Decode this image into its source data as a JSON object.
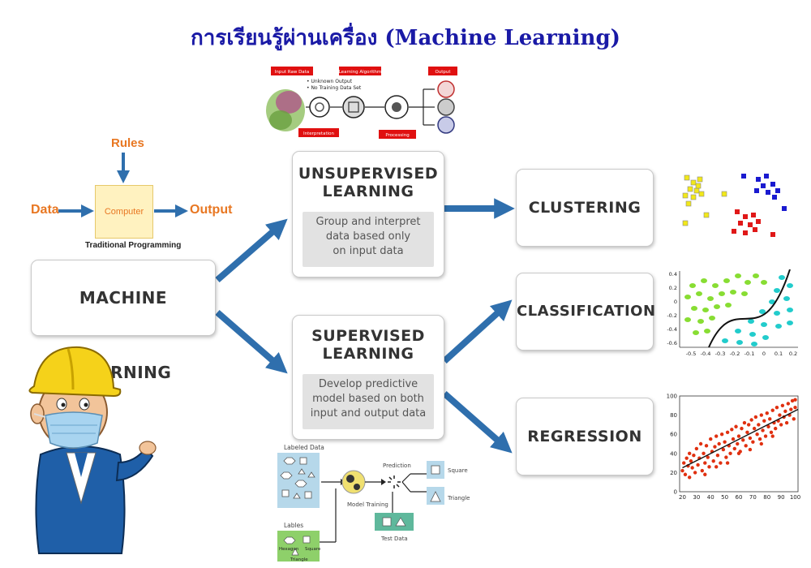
{
  "title": "การเรียนรู้ผ่านเครื่อง (Machine Learning)",
  "traditional": {
    "rules": "Rules",
    "data": "Data",
    "computer": "Computer",
    "output": "Output",
    "caption": "Traditional Programming"
  },
  "main": {
    "machine_learning": "MACHINE LEARNING"
  },
  "unsupervised": {
    "title_line1": "UNSUPERVISED",
    "title_line2": "LEARNING",
    "desc_line1": "Group and interpret",
    "desc_line2": "data based only",
    "desc_line3": "on input data"
  },
  "supervised": {
    "title_line1": "SUPERVISED",
    "title_line2": "LEARNING",
    "desc_line1": "Develop predictive",
    "desc_line2": "model based on both",
    "desc_line3": "input and output data"
  },
  "outputs": {
    "clustering": "CLUSTERING",
    "classification": "CLASSIFICATION",
    "regression": "REGRESSION"
  },
  "unsup_diagram": {
    "input_raw_data": "Input Raw Data",
    "unknown_output": "• Unknown Output",
    "no_training": "• No Training Data Set",
    "interpretation": "Interpretation",
    "algorithm": "Learning Algorithm",
    "processing": "Processing",
    "output": "Output"
  },
  "sup_diagram": {
    "labeled_data": "Labeled Data",
    "model_training": "Model Training",
    "prediction": "Prediction",
    "square": "Square",
    "triangle": "Triangle",
    "lables": "Lables",
    "hexagon": "Hexagon",
    "square2": "Square",
    "triangle2": "Triangle",
    "test_data": "Test Data"
  },
  "classification_axes": {
    "y_ticks": [
      "0.4",
      "0.2",
      "0",
      "-0.2",
      "-0.4",
      "-0.6"
    ],
    "x_ticks": [
      "-0.5",
      "-0.4",
      "-0.3",
      "-0.2",
      "-0.1",
      "0",
      "0.1",
      "0.2"
    ]
  },
  "chart_data": {
    "type": "scatter",
    "x_ticks": [
      "20",
      "30",
      "40",
      "50",
      "60",
      "70",
      "80",
      "90",
      "100"
    ],
    "y_ticks": [
      "0",
      "20",
      "40",
      "60",
      "80",
      "100"
    ],
    "xlim": [
      18,
      102
    ],
    "ylim": [
      0,
      100
    ],
    "fit_line": [
      [
        20,
        25
      ],
      [
        102,
        86
      ]
    ],
    "points": [
      [
        20,
        22
      ],
      [
        21,
        30
      ],
      [
        22,
        18
      ],
      [
        23,
        35
      ],
      [
        24,
        27
      ],
      [
        25,
        40
      ],
      [
        25,
        15
      ],
      [
        26,
        32
      ],
      [
        27,
        25
      ],
      [
        28,
        38
      ],
      [
        29,
        20
      ],
      [
        30,
        45
      ],
      [
        31,
        28
      ],
      [
        32,
        35
      ],
      [
        33,
        50
      ],
      [
        34,
        22
      ],
      [
        35,
        40
      ],
      [
        36,
        30
      ],
      [
        37,
        48
      ],
      [
        38,
        36
      ],
      [
        39,
        26
      ],
      [
        40,
        55
      ],
      [
        41,
        42
      ],
      [
        42,
        32
      ],
      [
        43,
        47
      ],
      [
        44,
        58
      ],
      [
        45,
        38
      ],
      [
        46,
        50
      ],
      [
        47,
        30
      ],
      [
        48,
        60
      ],
      [
        49,
        44
      ],
      [
        50,
        52
      ],
      [
        51,
        36
      ],
      [
        52,
        62
      ],
      [
        53,
        48
      ],
      [
        54,
        40
      ],
      [
        55,
        65
      ],
      [
        56,
        55
      ],
      [
        57,
        45
      ],
      [
        58,
        68
      ],
      [
        59,
        50
      ],
      [
        60,
        58
      ],
      [
        61,
        42
      ],
      [
        62,
        66
      ],
      [
        63,
        54
      ],
      [
        64,
        72
      ],
      [
        65,
        48
      ],
      [
        66,
        62
      ],
      [
        67,
        70
      ],
      [
        68,
        56
      ],
      [
        69,
        75
      ],
      [
        70,
        52
      ],
      [
        71,
        66
      ],
      [
        72,
        78
      ],
      [
        73,
        60
      ],
      [
        74,
        70
      ],
      [
        75,
        55
      ],
      [
        76,
        80
      ],
      [
        77,
        64
      ],
      [
        78,
        74
      ],
      [
        79,
        58
      ],
      [
        80,
        82
      ],
      [
        81,
        68
      ],
      [
        82,
        76
      ],
      [
        83,
        62
      ],
      [
        84,
        85
      ],
      [
        85,
        72
      ],
      [
        86,
        66
      ],
      [
        87,
        88
      ],
      [
        88,
        74
      ],
      [
        89,
        80
      ],
      [
        90,
        70
      ],
      [
        91,
        90
      ],
      [
        92,
        78
      ],
      [
        93,
        84
      ],
      [
        94,
        72
      ],
      [
        95,
        92
      ],
      [
        96,
        80
      ],
      [
        97,
        86
      ],
      [
        98,
        95
      ],
      [
        99,
        76
      ],
      [
        100,
        88
      ],
      [
        100,
        96
      ],
      [
        36,
        18
      ],
      [
        44,
        26
      ],
      [
        52,
        30
      ],
      [
        60,
        40
      ],
      [
        68,
        44
      ],
      [
        76,
        50
      ],
      [
        84,
        58
      ]
    ]
  },
  "colors": {
    "title": "#1a1aa6",
    "arrow": "#2f6fad",
    "orange": "#e87722",
    "red_dot": "#e03010"
  }
}
